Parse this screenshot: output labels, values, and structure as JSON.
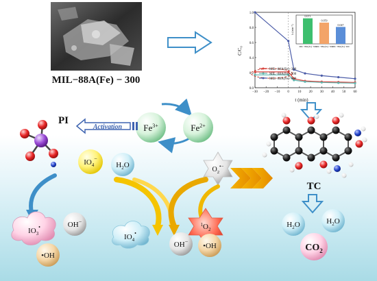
{
  "sem_label": "MIL−88A(Fe) − 300",
  "pi_label": "PI",
  "activation_label": "Activation",
  "fe3": "Fe",
  "fe3_sup": "3+",
  "fe2": "Fe",
  "fe2_sup": "2+",
  "tc_label": "TC",
  "species": {
    "io4_minus": {
      "base": "IO",
      "sub": "4",
      "sup": "−"
    },
    "h2o": {
      "base": "H",
      "sub": "2",
      "tail": "O"
    },
    "superoxide": {
      "base": "O",
      "sub": "2",
      "sup": "•−"
    },
    "io3_rad": {
      "base": "IO",
      "sub": "3",
      "sup": "•"
    },
    "oh_minus_left": {
      "base": "OH",
      "sup": "−"
    },
    "oh_rad_left": {
      "base": "•OH"
    },
    "io4_rad": {
      "base": "IO",
      "sub": "4",
      "sup": "•"
    },
    "singlet_o2": {
      "pre": "1",
      "base": "O",
      "sub": "2"
    },
    "oh_minus_mid": {
      "base": "OH",
      "sup": "−"
    },
    "oh_rad_mid": {
      "base": "•OH"
    },
    "h2o_right_a": {
      "base": "H",
      "sub": "2",
      "tail": "O"
    },
    "h2o_right_b": {
      "base": "H",
      "sub": "2",
      "tail": "O"
    },
    "co2": {
      "base": "CO",
      "sub": "2"
    }
  },
  "chart_data": {
    "type": "line",
    "xlabel": "t (min)",
    "ylabel": "C/C₀",
    "xlim": [
      -30,
      60
    ],
    "ylim": [
      0.0,
      1.0
    ],
    "xticks": [
      "−30",
      "−20",
      "−10",
      "0",
      "10",
      "20",
      "30",
      "40",
      "50",
      "60"
    ],
    "yticks": [
      "0.0",
      "0.2",
      "0.4",
      "0.6",
      "0.8",
      "1.0"
    ],
    "series": [
      {
        "name": "MIL−88A(Fe)−300",
        "color": "#d9413b",
        "x": [
          -30,
          0,
          5,
          15,
          30,
          45,
          60
        ],
        "y": [
          0.21,
          0.21,
          0.12,
          0.09,
          0.08,
          0.075,
          0.07
        ]
      },
      {
        "name": "MIL−88A(Fe)−500",
        "color": "#5fb4ad",
        "x": [
          -30,
          0,
          5,
          15,
          30,
          45,
          60
        ],
        "y": [
          0.17,
          0.17,
          0.1,
          0.08,
          0.07,
          0.065,
          0.06
        ]
      },
      {
        "name": "MIL−88A(Fe)−600",
        "color": "#4b5ca8",
        "x": [
          -30,
          0,
          5,
          15,
          30,
          45,
          60
        ],
        "y": [
          1.0,
          0.62,
          0.24,
          0.19,
          0.16,
          0.14,
          0.12
        ]
      }
    ],
    "inset": {
      "type": "bar",
      "ylabel": "k (min⁻¹)",
      "categories": [
        "MIL−88A(Fe)−300",
        "MIL−88A(Fe)−500",
        "MIL−88A(Fe)−600"
      ],
      "values": [
        0.071,
        0.059,
        0.047
      ],
      "labels": [
        "0.071",
        "0.059",
        "0.047"
      ],
      "colors": [
        "#3dbf6e",
        "#f3a468",
        "#5a8ed8"
      ],
      "ylim": [
        0,
        0.08
      ]
    }
  }
}
